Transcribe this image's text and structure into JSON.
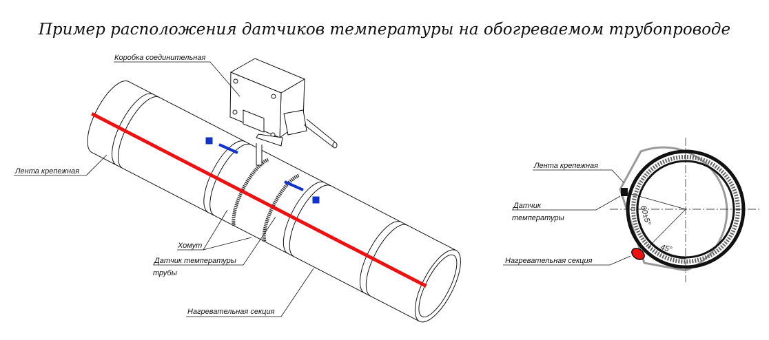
{
  "title": "Пример расположения датчиков температуры на обогреваемом трубопроводе",
  "left_view": {
    "junction_box": "Коробка соединительная",
    "mounting_tape": "Лента крепежная",
    "clamp": "Хомут",
    "pipe_sensor_line1": "Датчик температуры",
    "pipe_sensor_line2": "трубы",
    "heating_section": "Нагревательная секция"
  },
  "right_view": {
    "mounting_tape": "Лента крепежная",
    "sensor_line1": "Датчик",
    "sensor_line2": "температуры",
    "heating_section": "Нагревательная секция",
    "angle_sensor": "60±5°",
    "angle_heater": "45°"
  },
  "colors": {
    "heating": "#ee1111",
    "sensor": "#1133cc",
    "line": "#111111"
  }
}
